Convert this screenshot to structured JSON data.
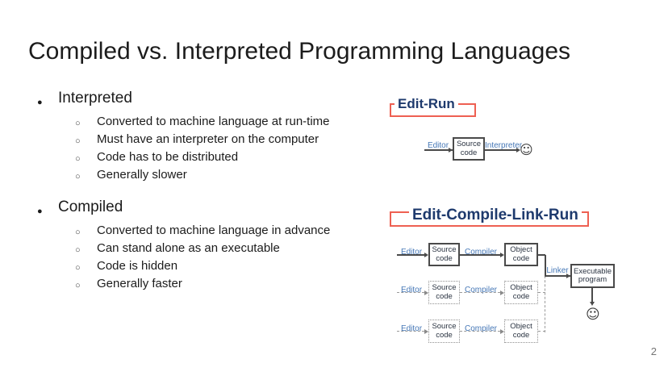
{
  "slide": {
    "title": "Compiled vs. Interpreted Programming Languages",
    "page_number": "2"
  },
  "content": {
    "sections": [
      {
        "heading": "Interpreted",
        "items": [
          "Converted to machine language at run-time",
          "Must have an interpreter on the computer",
          "Code has to be distributed",
          "Generally slower"
        ]
      },
      {
        "heading": "Compiled",
        "items": [
          "Converted to machine language in advance",
          "Can stand alone as an executable",
          "Code is hidden",
          "Generally faster"
        ]
      }
    ]
  },
  "diagrams": {
    "edit_run": {
      "title": "Edit-Run",
      "editor_label": "Editor",
      "source_box": "Source code",
      "interpreter_label": "Interpreter"
    },
    "edit_compile_link_run": {
      "title": "Edit-Compile-Link-Run",
      "rows": [
        {
          "editor_label": "Editor",
          "source_box": "Source code",
          "compiler_label": "Compiler",
          "object_box": "Object code"
        },
        {
          "editor_label": "Editor",
          "source_box": "Source code",
          "compiler_label": "Compiler",
          "object_box": "Object code"
        },
        {
          "editor_label": "Editor",
          "source_box": "Source code",
          "compiler_label": "Compiler",
          "object_box": "Object code"
        }
      ],
      "linker_label": "Linker",
      "executable_box": "Executable program"
    }
  },
  "icons": {
    "smiley": "☺"
  },
  "colors": {
    "bracket_red": "#ee6052",
    "flow_label_blue": "#4577b6",
    "diagram_title_navy": "#1e3a6d",
    "box_border_gray": "#4a4a4a",
    "page_number_gray": "#757575"
  }
}
